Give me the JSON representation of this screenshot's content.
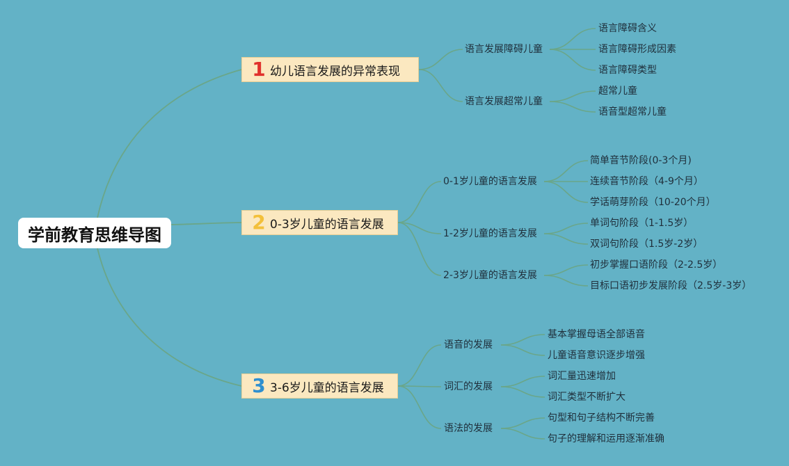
{
  "root": "学前教育思维导图",
  "colors": {
    "background": "#63b2c6",
    "line": "#6aa689",
    "branch_fill": "#fbe8c0",
    "num1": "#e0302c",
    "num2": "#f3c03a",
    "num3": "#2f8fcf"
  },
  "branches": [
    {
      "num": "1",
      "label": "幼儿语言发展的异常表现",
      "children": [
        {
          "label": "语言发展障碍儿童",
          "children": [
            "语言障碍含义",
            "语言障碍形成因素",
            "语言障碍类型"
          ]
        },
        {
          "label": "语言发展超常儿童",
          "children": [
            "超常儿童",
            "语音型超常儿童"
          ]
        }
      ]
    },
    {
      "num": "2",
      "label": "0-3岁儿童的语言发展",
      "children": [
        {
          "label": "0-1岁儿童的语言发展",
          "children": [
            "简单音节阶段(0-3个月)",
            "连续音节阶段（4-9个月）",
            "学话萌芽阶段（10-20个月）"
          ]
        },
        {
          "label": "1-2岁儿童的语言发展",
          "children": [
            "单词句阶段（1-1.5岁）",
            "双词句阶段（1.5岁-2岁）"
          ]
        },
        {
          "label": "2-3岁儿童的语言发展",
          "children": [
            "初步掌握口语阶段（2-2.5岁）",
            "目标口语初步发展阶段（2.5岁-3岁）"
          ]
        }
      ]
    },
    {
      "num": "3",
      "label": "3-6岁儿童的语言发展",
      "children": [
        {
          "label": "语音的发展",
          "children": [
            "基本掌握母语全部语音",
            "儿童语音意识逐步增强"
          ]
        },
        {
          "label": "词汇的发展",
          "children": [
            "词汇量迅速增加",
            "词汇类型不断扩大"
          ]
        },
        {
          "label": "语法的发展",
          "children": [
            "句型和句子结构不断完善",
            "句子的理解和运用逐渐准确"
          ]
        }
      ]
    }
  ]
}
